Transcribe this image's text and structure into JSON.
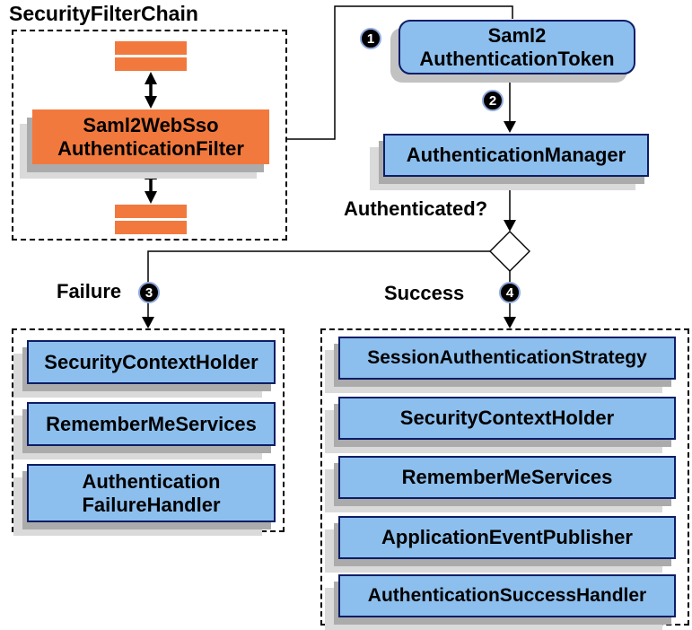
{
  "diagram_title": "SecurityFilterChain",
  "colors": {
    "orange_fill": "#f2793d",
    "blue_fill": "#8cbfee",
    "blue_border": "#0d1d66",
    "shadow_dark": "#ababab",
    "shadow_light": "#dadada",
    "badge_bg": "#000000",
    "badge_ring": "#8faadc",
    "line_color": "#000000"
  },
  "filter_chain": {
    "title": "SecurityFilterChain",
    "filter_name": "Saml2WebSso\nAuthenticationFilter"
  },
  "flow": {
    "token": "Saml2\nAuthenticationToken",
    "manager": "AuthenticationManager",
    "question": "Authenticated?",
    "failure_label": "Failure",
    "success_label": "Success",
    "steps": [
      "1",
      "2",
      "3",
      "4"
    ]
  },
  "failure_branch": {
    "items": [
      "SecurityContextHolder",
      "RememberMeServices",
      "Authentication\nFailureHandler"
    ]
  },
  "success_branch": {
    "items": [
      "SessionAuthenticationStrategy",
      "SecurityContextHolder",
      "RememberMeServices",
      "ApplicationEventPublisher",
      "AuthenticationSuccessHandler"
    ]
  }
}
